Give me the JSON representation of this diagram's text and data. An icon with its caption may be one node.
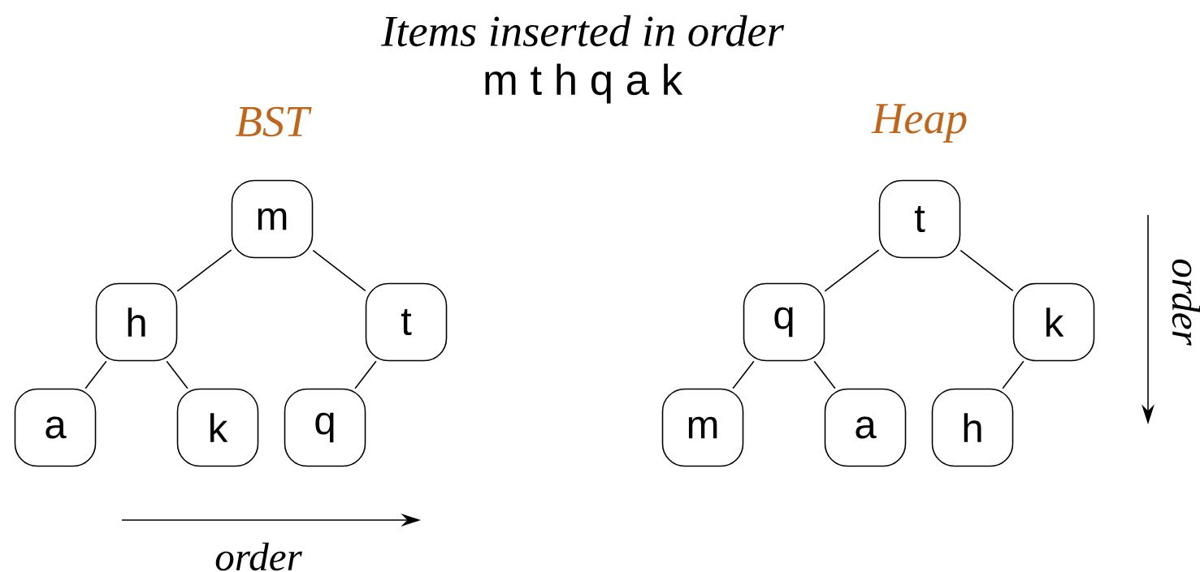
{
  "diagram": {
    "title": "Items inserted in order",
    "nodes": [
      {
        "text": [
          "m"
        ]
      },
      {
        "text": [
          "h"
        ]
      },
      {
        "text": [
          "t"
        ]
      },
      {
        "text": [
          "a"
        ]
      },
      {
        "text": [
          "k"
        ]
      },
      {
        "text": [
          "q"
        ]
      },
      {
        "text": [
          "t"
        ]
      },
      {
        "text": [
          "q"
        ]
      },
      {
        "text": [
          "k"
        ]
      },
      {
        "text": [
          "m"
        ]
      },
      {
        "text": [
          "a"
        ]
      },
      {
        "text": [
          "h"
        ]
      }
    ],
    "edges": [
      {
        "from": 0,
        "to": 1,
        "arrow": "none"
      },
      {
        "from": 0,
        "to": 2,
        "arrow": "none"
      },
      {
        "from": 1,
        "to": 3,
        "arrow": "none"
      },
      {
        "from": 1,
        "to": 4,
        "arrow": "none"
      },
      {
        "from": 2,
        "to": 5,
        "arrow": "none"
      },
      {
        "from": 6,
        "to": 7,
        "arrow": "none"
      },
      {
        "from": 6,
        "to": 8,
        "arrow": "none"
      },
      {
        "from": 7,
        "to": 9,
        "arrow": "none"
      },
      {
        "from": 7,
        "to": 10,
        "arrow": "none"
      },
      {
        "from": 8,
        "to": 11,
        "arrow": "none"
      }
    ],
    "labels": [
      "m t h q a k",
      "BST",
      "Heap",
      "order",
      "order"
    ]
  }
}
